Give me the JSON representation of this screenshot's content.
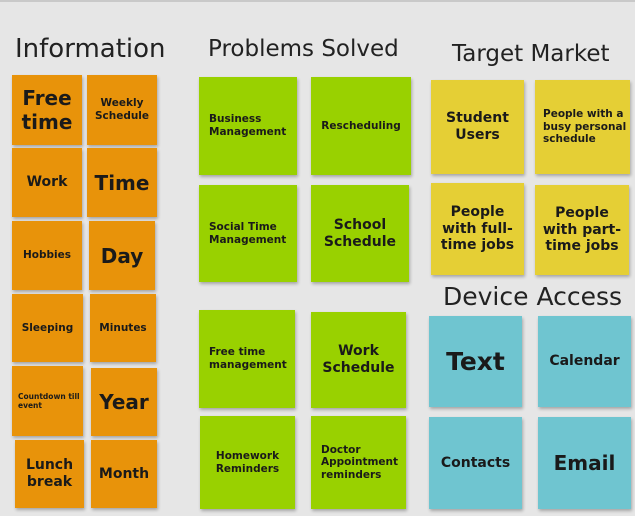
{
  "headings": {
    "information": "Information",
    "problems_solved": "Problems Solved",
    "target_market": "Target Market",
    "device_access": "Device Access"
  },
  "information": [
    "Free time",
    "Weekly Schedule",
    "Work",
    "Time",
    "Hobbies",
    "Day",
    "Sleeping",
    "Minutes",
    "Countdown till event",
    "Year",
    "Lunch break",
    "Month"
  ],
  "problems_solved": [
    "Business Management",
    "Rescheduling",
    "Social Time Management",
    "School Schedule",
    "Free time management",
    "Work Schedule",
    "Homework Reminders",
    "Doctor Appointment reminders"
  ],
  "target_market": [
    "Student Users",
    "People with a busy personal schedule",
    "People with full-time jobs",
    "People with part-time jobs"
  ],
  "device_access": [
    "Text",
    "Calendar",
    "Contacts",
    "Email"
  ],
  "colors": {
    "information": "#e8930a",
    "problems_solved": "#99d100",
    "target_market": "#e5cf35",
    "device_access": "#6fc5d0",
    "background": "#e6e6e6"
  }
}
